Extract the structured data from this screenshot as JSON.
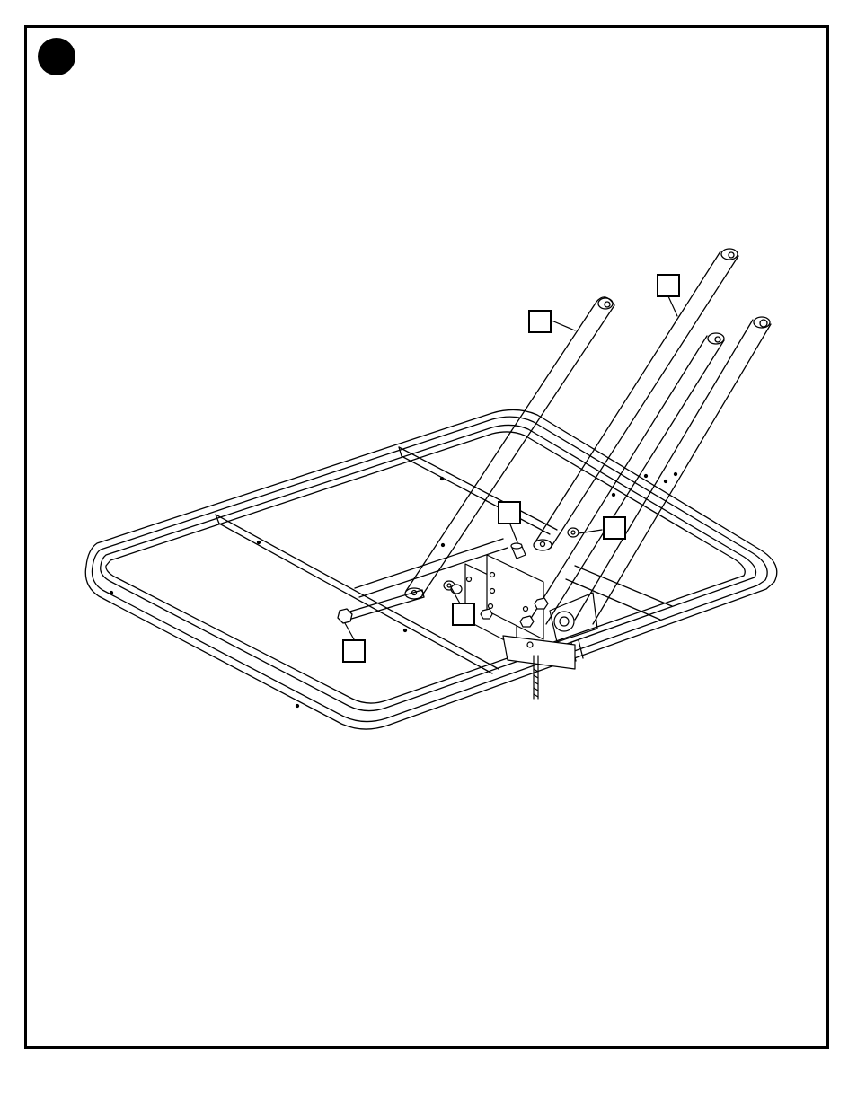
{
  "colors": {
    "line": "#000000",
    "fill": "#ffffff",
    "step_marker": "#000000"
  },
  "step": {
    "marker_icon": "filled-circle"
  },
  "callouts": [
    {
      "name": "callout-box-upper-left-tube",
      "label": ""
    },
    {
      "name": "callout-box-upper-right-tube",
      "label": ""
    },
    {
      "name": "callout-box-spacer",
      "label": ""
    },
    {
      "name": "callout-box-nut",
      "label": ""
    },
    {
      "name": "callout-box-washer-pair",
      "label": ""
    },
    {
      "name": "callout-box-bolt",
      "label": ""
    }
  ]
}
